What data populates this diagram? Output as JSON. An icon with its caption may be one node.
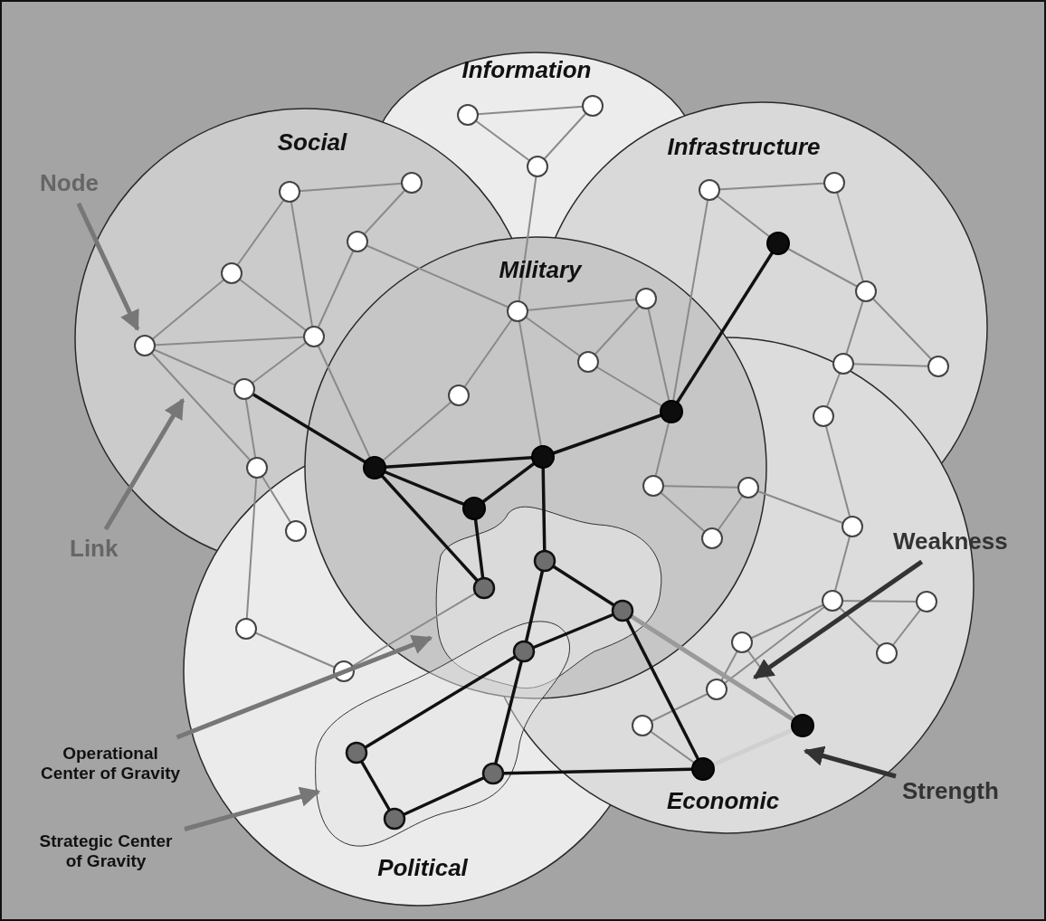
{
  "diagram": {
    "nodes": [
      {
        "text": [
          "Information"
        ]
      },
      {
        "text": [
          "Social"
        ]
      },
      {
        "text": [
          "Infrastructure"
        ]
      },
      {
        "text": [
          "Node"
        ]
      },
      {
        "text": [
          "Military"
        ]
      },
      {
        "text": [
          "Link"
        ]
      },
      {
        "text": [
          "Weakness"
        ]
      },
      {
        "text": [
          "Operational Center of Gravity"
        ]
      },
      {
        "text": [
          "Strength"
        ]
      },
      {
        "text": [
          "Economic"
        ]
      },
      {
        "text": [
          "Strategic Center of Gravity"
        ]
      },
      {
        "text": [
          "Political"
        ]
      }
    ],
    "edges": [
      {
        "from": 3,
        "to": 1,
        "arrow": "to"
      },
      {
        "from": 5,
        "to": 1,
        "arrow": "to"
      },
      {
        "from": 6,
        "to": 9,
        "arrow": "to",
        "color": "#333333"
      },
      {
        "from": 7,
        "to": 4,
        "arrow": "to"
      },
      {
        "from": 8,
        "to": 9,
        "arrow": "to",
        "color": "#333333"
      },
      {
        "from": 10,
        "to": 11,
        "arrow": "to"
      }
    ]
  }
}
